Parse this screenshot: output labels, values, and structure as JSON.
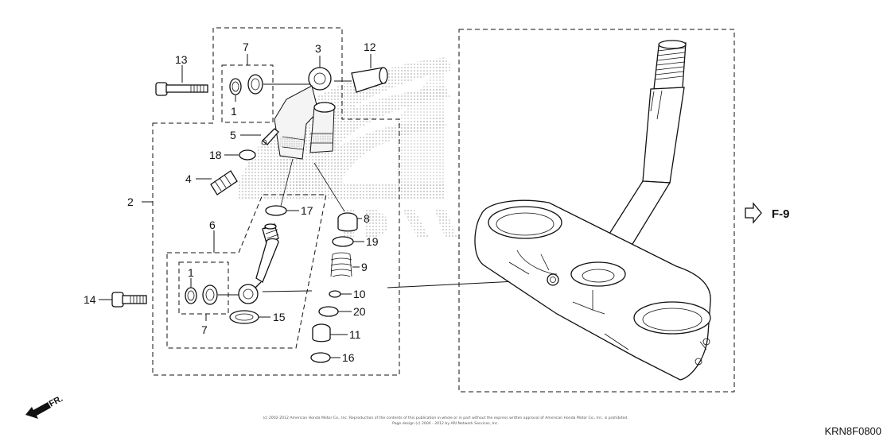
{
  "callouts": {
    "c1a": "1",
    "c1b": "1",
    "c2": "2",
    "c3": "3",
    "c4": "4",
    "c5": "5",
    "c6": "6",
    "c7a": "7",
    "c7b": "7",
    "c8": "8",
    "c9": "9",
    "c10": "10",
    "c11": "11",
    "c12": "12",
    "c13": "13",
    "c14": "14",
    "c15": "15",
    "c16": "16",
    "c17": "17",
    "c18": "18",
    "c19": "19",
    "c20": "20"
  },
  "cross_ref": "F-9",
  "direction_label": "FR.",
  "diagram_code": "KRN8F0800",
  "copyright_line1": "(c) 2002-2012 American Honda Motor Co., Inc. Reproduction of the contents of this publication in whole or in part without the express written approval of American Honda Motor Co., Inc. is prohibited.",
  "copyright_line2": "Page design (c) 2004 - 2012 by ARI Network Services, Inc.",
  "colors": {
    "line": "#111111",
    "watermark": "#b9b9b9",
    "background": "#ffffff"
  },
  "icons": [
    "honda-wing-watermark",
    "fr-arrow-icon",
    "hollow-arrow-icon"
  ]
}
